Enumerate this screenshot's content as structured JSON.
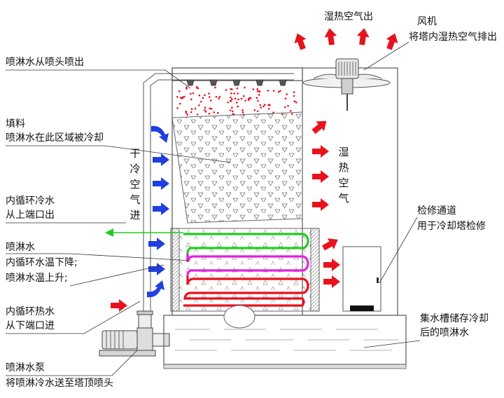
{
  "labels": {
    "hot_air_out": "湿热空气出",
    "fan_title": "风机",
    "fan_desc": "将塔内湿热空气排出",
    "spray_from_nozzle": "喷淋水从喷头喷出",
    "fill_title": "填料",
    "fill_desc": "喷淋水在此区域被冷却",
    "dry_cold_air_in": "干冷空气进",
    "wet_hot_air": "湿热空气",
    "inner_cold_out_1": "内循环冷水",
    "inner_cold_out_2": "从上端口出",
    "spray_water_1": "喷淋水",
    "spray_water_2": "内循环水温下降;",
    "spray_water_3": "喷淋水温上升;",
    "inner_hot_in_1": "内循环热水",
    "inner_hot_in_2": "从下端口进",
    "pump_1": "喷淋水泵",
    "pump_2": "将喷淋冷水送至塔顶喷头",
    "access_1": "检修通道",
    "access_2": "用于冷却塔检修",
    "basin_1": "集水槽储存冷却",
    "basin_2": "后的喷淋水"
  },
  "colors": {
    "blue_arrow": "#1f3fe0",
    "red_arrow": "#e8121c",
    "coil_green": "#22cc22",
    "coil_magenta": "#e020e0",
    "coil_red": "#e8121c",
    "line": "#555555"
  }
}
